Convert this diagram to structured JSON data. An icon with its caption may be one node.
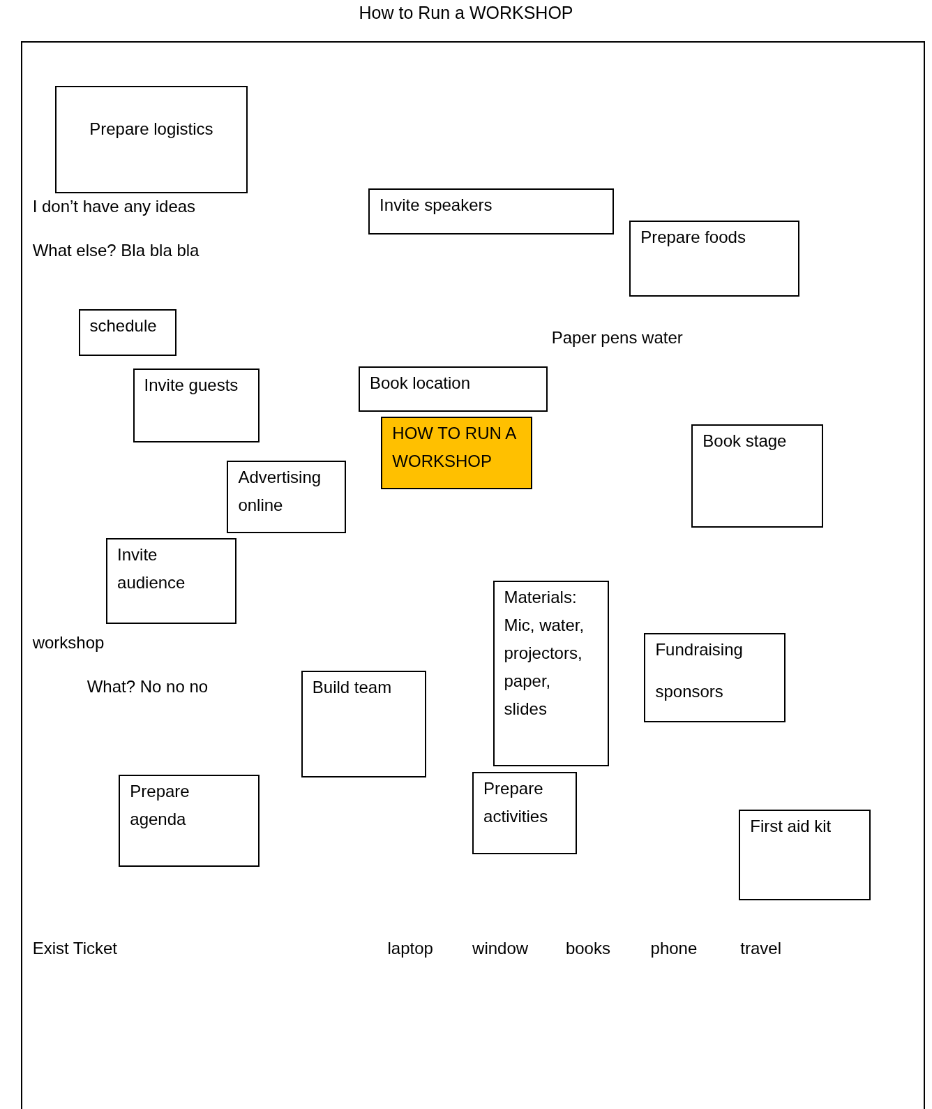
{
  "diagram": {
    "title": "How to Run a WORKSHOP",
    "nodes": [
      {
        "text": [
          "Prepare logistics"
        ]
      },
      {
        "text": [
          "Invite speakers"
        ]
      },
      {
        "text": [
          "Prepare foods"
        ]
      },
      {
        "text": [
          "schedule"
        ]
      },
      {
        "text": [
          "Invite guests"
        ]
      },
      {
        "text": [
          "Book location"
        ]
      },
      {
        "text": [
          "HOW TO RUN A WORKSHOP"
        ]
      },
      {
        "text": [
          "Book stage"
        ]
      },
      {
        "text": [
          "Advertising online"
        ]
      },
      {
        "text": [
          "Invite audience"
        ]
      },
      {
        "text": [
          "Materials: Mic, water, projectors, paper, slides"
        ]
      },
      {
        "text": [
          "Fundraising",
          "sponsors"
        ]
      },
      {
        "text": [
          "Build team"
        ]
      },
      {
        "text": [
          "Prepare agenda"
        ]
      },
      {
        "text": [
          "Prepare activities"
        ]
      },
      {
        "text": [
          "First aid kit"
        ]
      }
    ],
    "labels": [
      "I don’t have any ideas",
      "What else? Bla bla bla",
      "Paper pens water",
      "workshop",
      "What? No no no",
      "Exist Ticket",
      "laptop",
      "window",
      "books",
      "phone",
      "travel"
    ]
  }
}
